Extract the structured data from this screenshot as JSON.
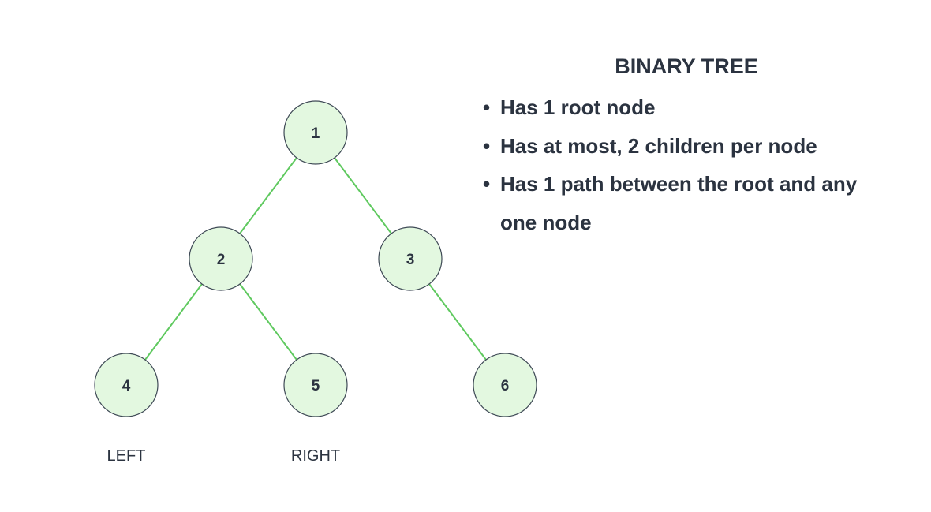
{
  "tree": {
    "nodes": [
      {
        "id": "1",
        "label": "1"
      },
      {
        "id": "2",
        "label": "2"
      },
      {
        "id": "3",
        "label": "3"
      },
      {
        "id": "4",
        "label": "4"
      },
      {
        "id": "5",
        "label": "5"
      },
      {
        "id": "6",
        "label": "6"
      }
    ],
    "edges": [
      {
        "from": "1",
        "to": "2"
      },
      {
        "from": "1",
        "to": "3"
      },
      {
        "from": "2",
        "to": "4"
      },
      {
        "from": "2",
        "to": "5"
      },
      {
        "from": "3",
        "to": "6"
      }
    ],
    "left_label": "LEFT",
    "right_label": "RIGHT"
  },
  "info": {
    "title": "BINARY TREE",
    "bullet_symbol": "•",
    "bullets": [
      "Has 1 root node",
      "Has at most, 2 children per node",
      "Has 1 path between the root and any one node"
    ]
  },
  "colors": {
    "node_fill": "#e3f8e0",
    "node_stroke": "#3f4a56",
    "edge": "#5fc95f",
    "text": "#2b3340"
  }
}
